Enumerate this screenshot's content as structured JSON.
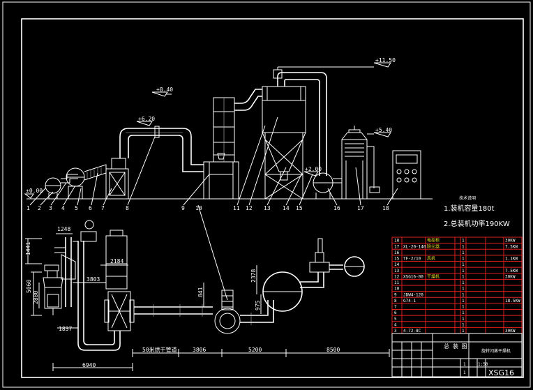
{
  "elevations": {
    "e0": "±0.00",
    "e620": "+6.20",
    "e840": "+8.40",
    "e1150": "+11.50",
    "e540": "+5.40",
    "e200": "+2.00"
  },
  "callouts": [
    "1",
    "2",
    "3",
    "4",
    "5",
    "6",
    "7",
    "8",
    "9",
    "10",
    "11",
    "12",
    "13",
    "14",
    "15",
    "16",
    "17",
    "18"
  ],
  "notes": {
    "heading": "技术说明",
    "line1": "1.装机容量180t",
    "line2": "2.总装机功率190KW"
  },
  "dims": {
    "d1248": "1248",
    "d1441": "1441",
    "d2184": "2184",
    "d3803": "3803",
    "d5060": "5060",
    "d2880": "2880",
    "d1837": "1837",
    "d6940": "6940",
    "d50": "50米烘干管道",
    "d3806": "3806",
    "d5200": "5200",
    "d8500": "8500",
    "d841": "841",
    "d975": "975",
    "d2378": "2378"
  },
  "parts_table": {
    "rows": [
      {
        "no": "18",
        "code": "",
        "name": "电控柜",
        "qty": "1",
        "power": "30KW"
      },
      {
        "no": "17",
        "code": "XL-20-140",
        "name": "除尘器",
        "qty": "1",
        "power": "7.5KW"
      },
      {
        "no": "16",
        "code": "",
        "name": "",
        "qty": "1",
        "power": ""
      },
      {
        "no": "15",
        "code": "TF-2/10",
        "name": "风机",
        "qty": "1",
        "power": "1.1KW"
      },
      {
        "no": "14",
        "code": "",
        "name": "",
        "qty": "1",
        "power": ""
      },
      {
        "no": "13",
        "code": "",
        "name": "",
        "qty": "1",
        "power": "7.5KW"
      },
      {
        "no": "12",
        "code": "XSG16-00",
        "name": "干燥机",
        "qty": "1",
        "power": "30KW"
      },
      {
        "no": "11",
        "code": "",
        "name": "",
        "qty": "1",
        "power": ""
      },
      {
        "no": "10",
        "code": "",
        "name": "",
        "qty": "1",
        "power": ""
      },
      {
        "no": "9",
        "code": "JDW4-120",
        "name": "",
        "qty": "1",
        "power": ""
      },
      {
        "no": "8",
        "code": "G74-1",
        "name": "",
        "qty": "1",
        "power": "18.5KW"
      },
      {
        "no": "7",
        "code": "",
        "name": "",
        "qty": "1",
        "power": ""
      },
      {
        "no": "6",
        "code": "",
        "name": "",
        "qty": "1",
        "power": ""
      },
      {
        "no": "5",
        "code": "",
        "name": "",
        "qty": "1",
        "power": ""
      },
      {
        "no": "4",
        "code": "",
        "name": "",
        "qty": "1",
        "power": ""
      },
      {
        "no": "3",
        "code": "4-72-8C",
        "name": "",
        "qty": "1",
        "power": "30KW"
      }
    ]
  },
  "title_block": {
    "center": "总 装 图",
    "right": "旋转闪蒸干燥机",
    "drawing_no": "XSG16",
    "qty": "1",
    "scale": "1:50",
    "sheet": "1"
  }
}
